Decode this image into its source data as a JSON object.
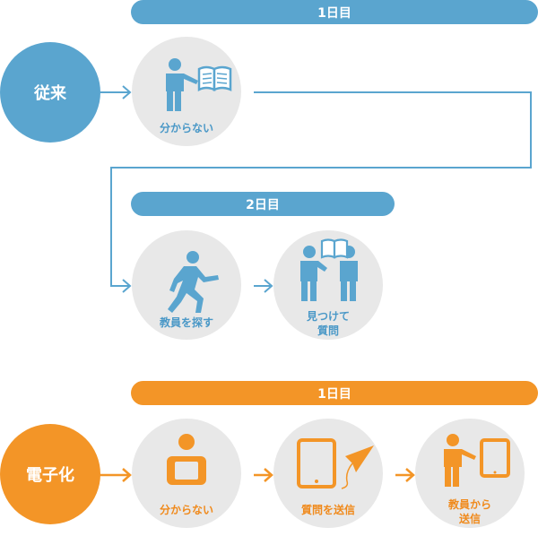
{
  "colors": {
    "blue": "#5aa5cf",
    "orange": "#f39527",
    "node_bg": "#e8e8e8"
  },
  "traditional": {
    "label": "従来",
    "day1": "1日目",
    "day2": "2日目",
    "step1": {
      "label": "分からない",
      "icon": "person-reading-book-icon"
    },
    "step2": {
      "label": "教員を探す",
      "icon": "running-person-icon"
    },
    "step3": {
      "label_line1": "見つけて",
      "label_line2": "質問",
      "icon": "two-people-book-icon"
    }
  },
  "digital": {
    "label": "電子化",
    "day1": "1日目",
    "step1": {
      "label": "分からない",
      "icon": "person-at-tablet-icon"
    },
    "step2": {
      "label": "質問を送信",
      "icon": "tablet-paper-plane-icon"
    },
    "step3": {
      "label_line1": "教員から",
      "label_line2": "送信",
      "icon": "teacher-tablet-icon"
    }
  }
}
